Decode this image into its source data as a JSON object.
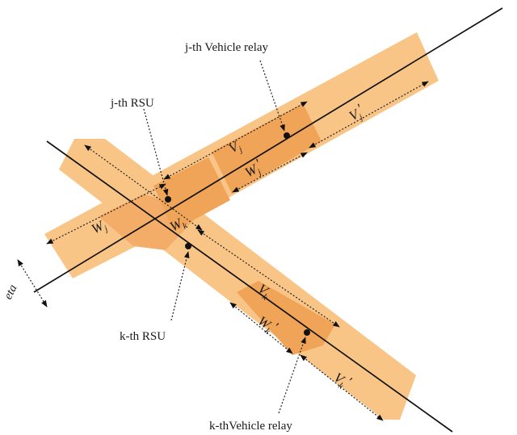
{
  "colors": {
    "road_band": "#f9c587",
    "road_overlap": "#f3ad68",
    "coverage_zone": "#f0a458",
    "line": "#111111"
  },
  "labels": {
    "j_vehicle_relay": "j-th Vehicle relay",
    "j_rsu": "j-th RSU",
    "k_rsu": "k-th RSU",
    "k_vehicle_relay": "k-thVehicle relay",
    "road_width": "eta"
  },
  "symbols": {
    "Vj": {
      "base": "V",
      "sub": "j",
      "prime": ""
    },
    "Vj_prime": {
      "base": "V",
      "sub": "j",
      "prime": "'"
    },
    "Wj": {
      "base": "W",
      "sub": "j",
      "prime": ""
    },
    "Wj_prime": {
      "base": "W",
      "sub": "j",
      "prime": "'"
    },
    "Wk": {
      "base": "W",
      "sub": "k",
      "prime": ""
    },
    "Vk": {
      "base": "V",
      "sub": "k",
      "prime": ""
    },
    "Wk_prime": {
      "base": "W",
      "sub": "k",
      "prime": "'"
    },
    "Vk_prime": {
      "base": "V",
      "sub": "k",
      "prime": "'"
    }
  }
}
